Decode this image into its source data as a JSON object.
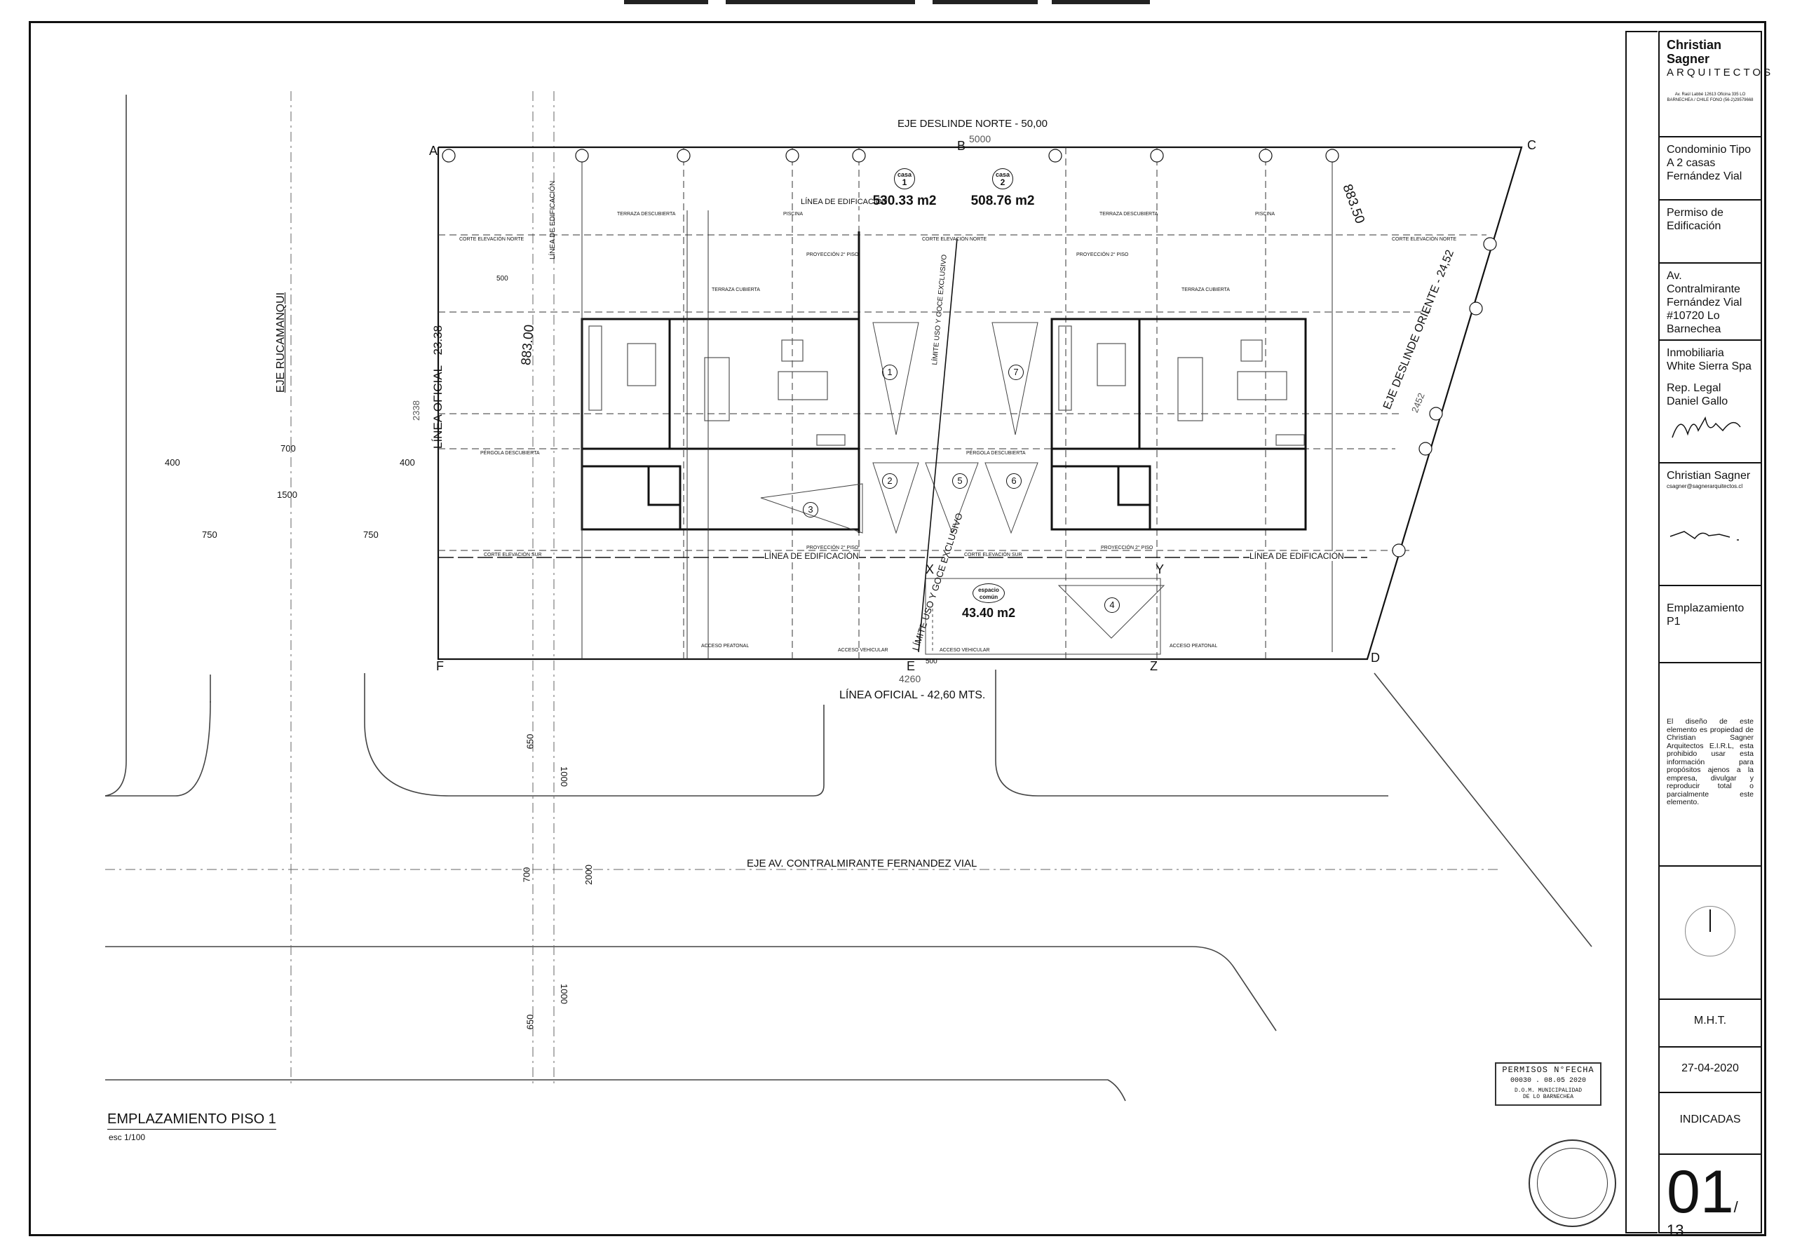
{
  "drawing": {
    "title": "EMPLAZAMIENTO PISO 1",
    "scale": "esc 1/100",
    "labels": {
      "north_boundary": "EJE DESLINDE NORTE - 50,00",
      "north_dim": "5000",
      "east_boundary": "EJE DESLINDE ORIENTE - 24,52",
      "east_dim": "2452",
      "west_line": "LÍNEA OFICIAL - 23.38",
      "west_dim": "2338",
      "south_line": "LÍNEA OFICIAL - 42,60 MTS.",
      "south_dim": "4260",
      "street_west": "EJE RUCAMANQUI",
      "street_south": "EJE AV. CONTRALMIRANTE FERNANDEZ VIAL",
      "elev_west": "883.00",
      "elev_east": "883.50",
      "linea_edif": "LÍNEA DE EDIFICACIÓN",
      "exclusive_use": "LÍMITE USO Y GOCE EXCLUSIVO",
      "acceso_vehicular": "ACCESO VEHICULAR",
      "acceso_peatonal": "ACCESO PEATONAL",
      "corte_norte": "CORTE ELEVACIÓN NORTE",
      "corte_sur": "CORTE ELEVACIÓN SUR",
      "proyeccion": "PROYECCIÓN 2° PISO",
      "terraza_desc": "TERRAZA DESCUBIERTA",
      "terraza_cub": "TERRAZA CUBIERTA",
      "piscina": "PISCINA",
      "pergola": "PÉRGOLA DESCUBIERTA"
    },
    "dims": {
      "d400": "400",
      "d700": "700",
      "d750": "750",
      "d1500": "1500",
      "d500": "500",
      "d650": "650",
      "d1000": "1000",
      "d2000": "2000"
    },
    "points": [
      "A",
      "B",
      "C",
      "D",
      "E",
      "F",
      "X",
      "Y",
      "Z"
    ],
    "units": [
      {
        "label": "casa",
        "num": "1",
        "area": "530.33 m2"
      },
      {
        "label": "casa",
        "num": "2",
        "area": "508.76 m2"
      }
    ],
    "common": {
      "label": "espacio común",
      "num": "",
      "area": "43.40 m2"
    },
    "parking": [
      "1",
      "2",
      "3",
      "4",
      "5",
      "6",
      "7"
    ],
    "stamp": {
      "line1": "PERMISOS N°FECHA",
      "line2": "00030 . 08.05 2020",
      "line3": "D.O.M. MUNICIPALIDAD",
      "line4": "DE LO BARNECHEA"
    }
  },
  "title_block": {
    "firm_name": "Christian Sagner",
    "firm_sub": "ARQUITECTOS",
    "firm_address": "Av. Raúl Labbé 12613 Oficina 335 LO BARNECHEA / CHILE FONO (56-2)29579668",
    "project": "Condominio Tipo A 2 casas Fernández Vial",
    "permit_type": "Permiso de Edificación",
    "address": "Av. Contralmirante Fernández Vial #10720 Lo Barnechea",
    "owner": "Inmobiliaria White Sierra Spa",
    "legal_rep": "Rep. Legal Daniel Gallo",
    "architect": "Christian Sagner",
    "architect_email": "csagner@sagnerarquitectos.cl",
    "sheet_name": "Emplazamiento P1",
    "copyright": "El diseño de este elemento es propiedad de Christian Sagner Arquitectos E.I.R.L, esta prohibido usar esta información para propósitos ajenos a la empresa, divulgar y reproducir total o parcialmente este elemento.",
    "drawn_by": "M.H.T.",
    "date": "27-04-2020",
    "scale": "INDICADAS",
    "sheet_number": "01",
    "sheet_total": "/ 13"
  }
}
